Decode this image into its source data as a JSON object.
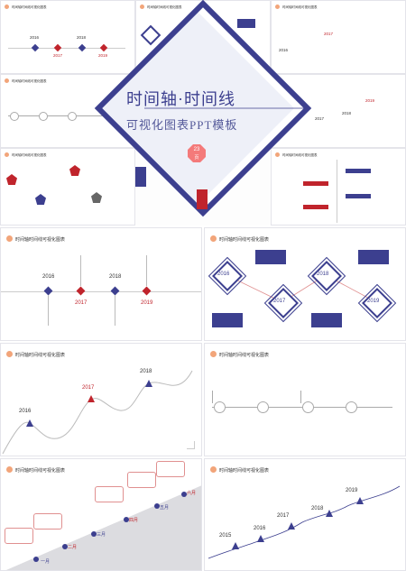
{
  "cover": {
    "title": "时间轴·时间线",
    "subtitle": "可视化图表PPT模板",
    "count_label": "23",
    "count_unit": "页"
  },
  "common": {
    "slide_title": "时间轴时间线可视化图表"
  },
  "years": {
    "y2015": "2015",
    "y2016": "2016",
    "y2017": "2017",
    "y2018": "2018",
    "y2019": "2019"
  },
  "months": {
    "m1": "一月",
    "m2": "二月",
    "m3": "三月",
    "m4": "四月",
    "m5": "五月",
    "m6": "六月"
  },
  "colors": {
    "navy": "#3c3f8f",
    "red": "#c0242c",
    "accent_orange": "#f2a57a",
    "gray_tri": "#dcdce0"
  }
}
